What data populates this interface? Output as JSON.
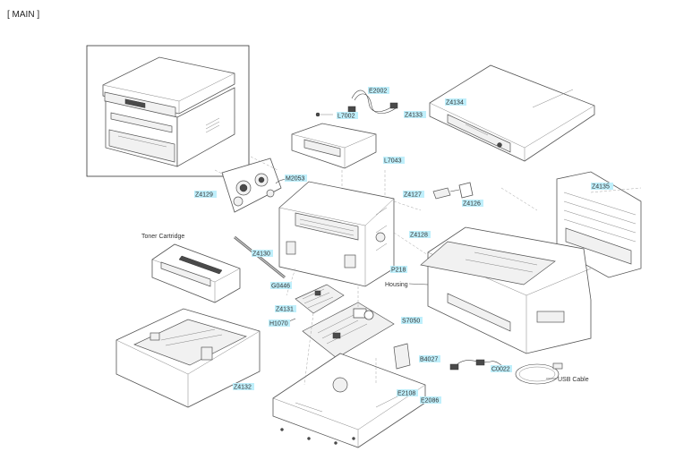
{
  "title": "[ MAIN ]",
  "labels": {
    "E2002": "E2002",
    "L7002": "L7002",
    "Z4133": "Z4133",
    "Z4134": "Z4134",
    "L7043": "L7043",
    "M2053": "M2053",
    "Z4129": "Z4129",
    "Z4127": "Z4127",
    "Z4126": "Z4126",
    "Z4135": "Z4135",
    "Toner": "Toner Cartridge",
    "Z4128": "Z4128",
    "Z4130": "Z4130",
    "P218": "P218",
    "G0446": "G0446",
    "Housing": "Housing",
    "Z4131": "Z4131",
    "H1070": "H1070",
    "S7050": "S7050",
    "B4027": "B4027",
    "C0022": "C0022",
    "USB": "USB Cable",
    "Z4132": "Z4132",
    "E2108": "E2108",
    "E2086": "E2086"
  }
}
